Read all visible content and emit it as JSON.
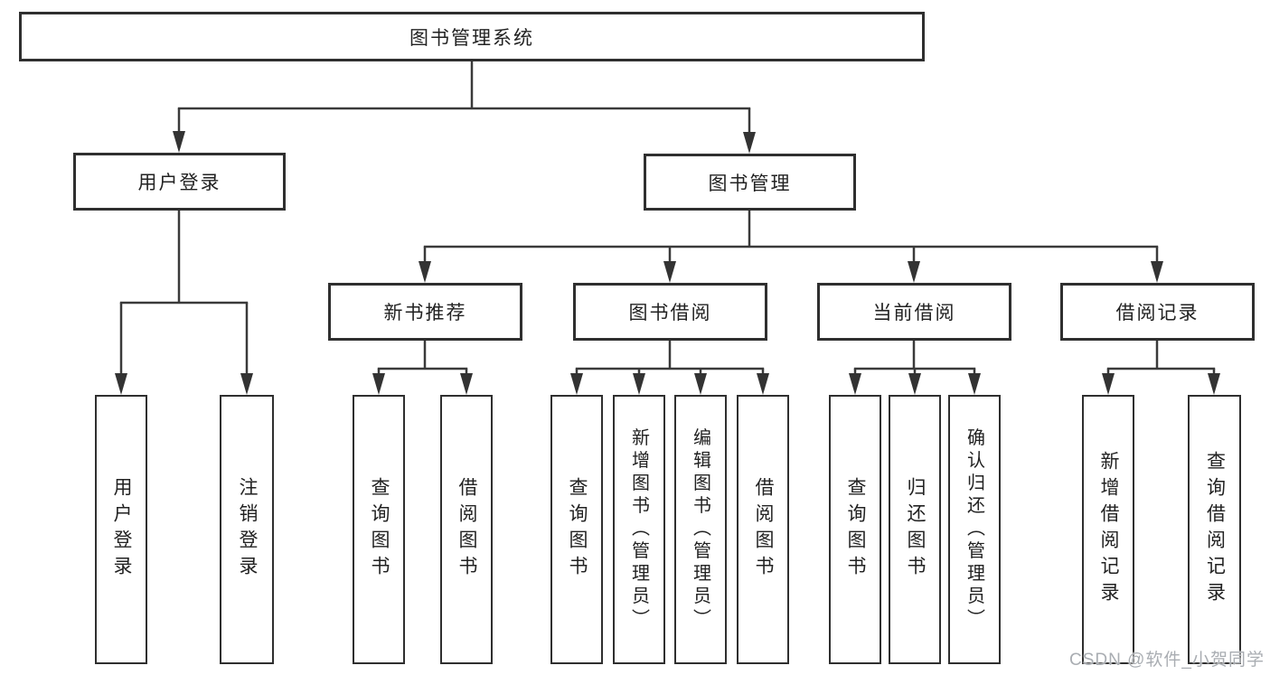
{
  "watermark": "CSDN @软件_小贺同学",
  "colors": {
    "background": "#ffffff",
    "box_border": "#2f2f2f",
    "connector_line": "#3a3a3a",
    "text": "#222222",
    "watermark_text": "#a9adb2"
  },
  "tree": {
    "root": {
      "label": "图书管理系统",
      "children": [
        {
          "label": "用户登录",
          "children": [
            {
              "label": "用户登录"
            },
            {
              "label": "注销登录"
            }
          ]
        },
        {
          "label": "图书管理",
          "children": [
            {
              "label": "新书推荐",
              "children": [
                {
                  "label": "查询图书"
                },
                {
                  "label": "借阅图书"
                }
              ]
            },
            {
              "label": "图书借阅",
              "children": [
                {
                  "label": "查询图书"
                },
                {
                  "label": "新增图书（管理员）"
                },
                {
                  "label": "编辑图书（管理员）"
                },
                {
                  "label": "借阅图书"
                }
              ]
            },
            {
              "label": "当前借阅",
              "children": [
                {
                  "label": "查询图书"
                },
                {
                  "label": "归还图书"
                },
                {
                  "label": "确认归还（管理员）"
                }
              ]
            },
            {
              "label": "借阅记录",
              "children": [
                {
                  "label": "新增借阅记录"
                },
                {
                  "label": "查询借阅记录"
                }
              ]
            }
          ]
        }
      ]
    }
  }
}
